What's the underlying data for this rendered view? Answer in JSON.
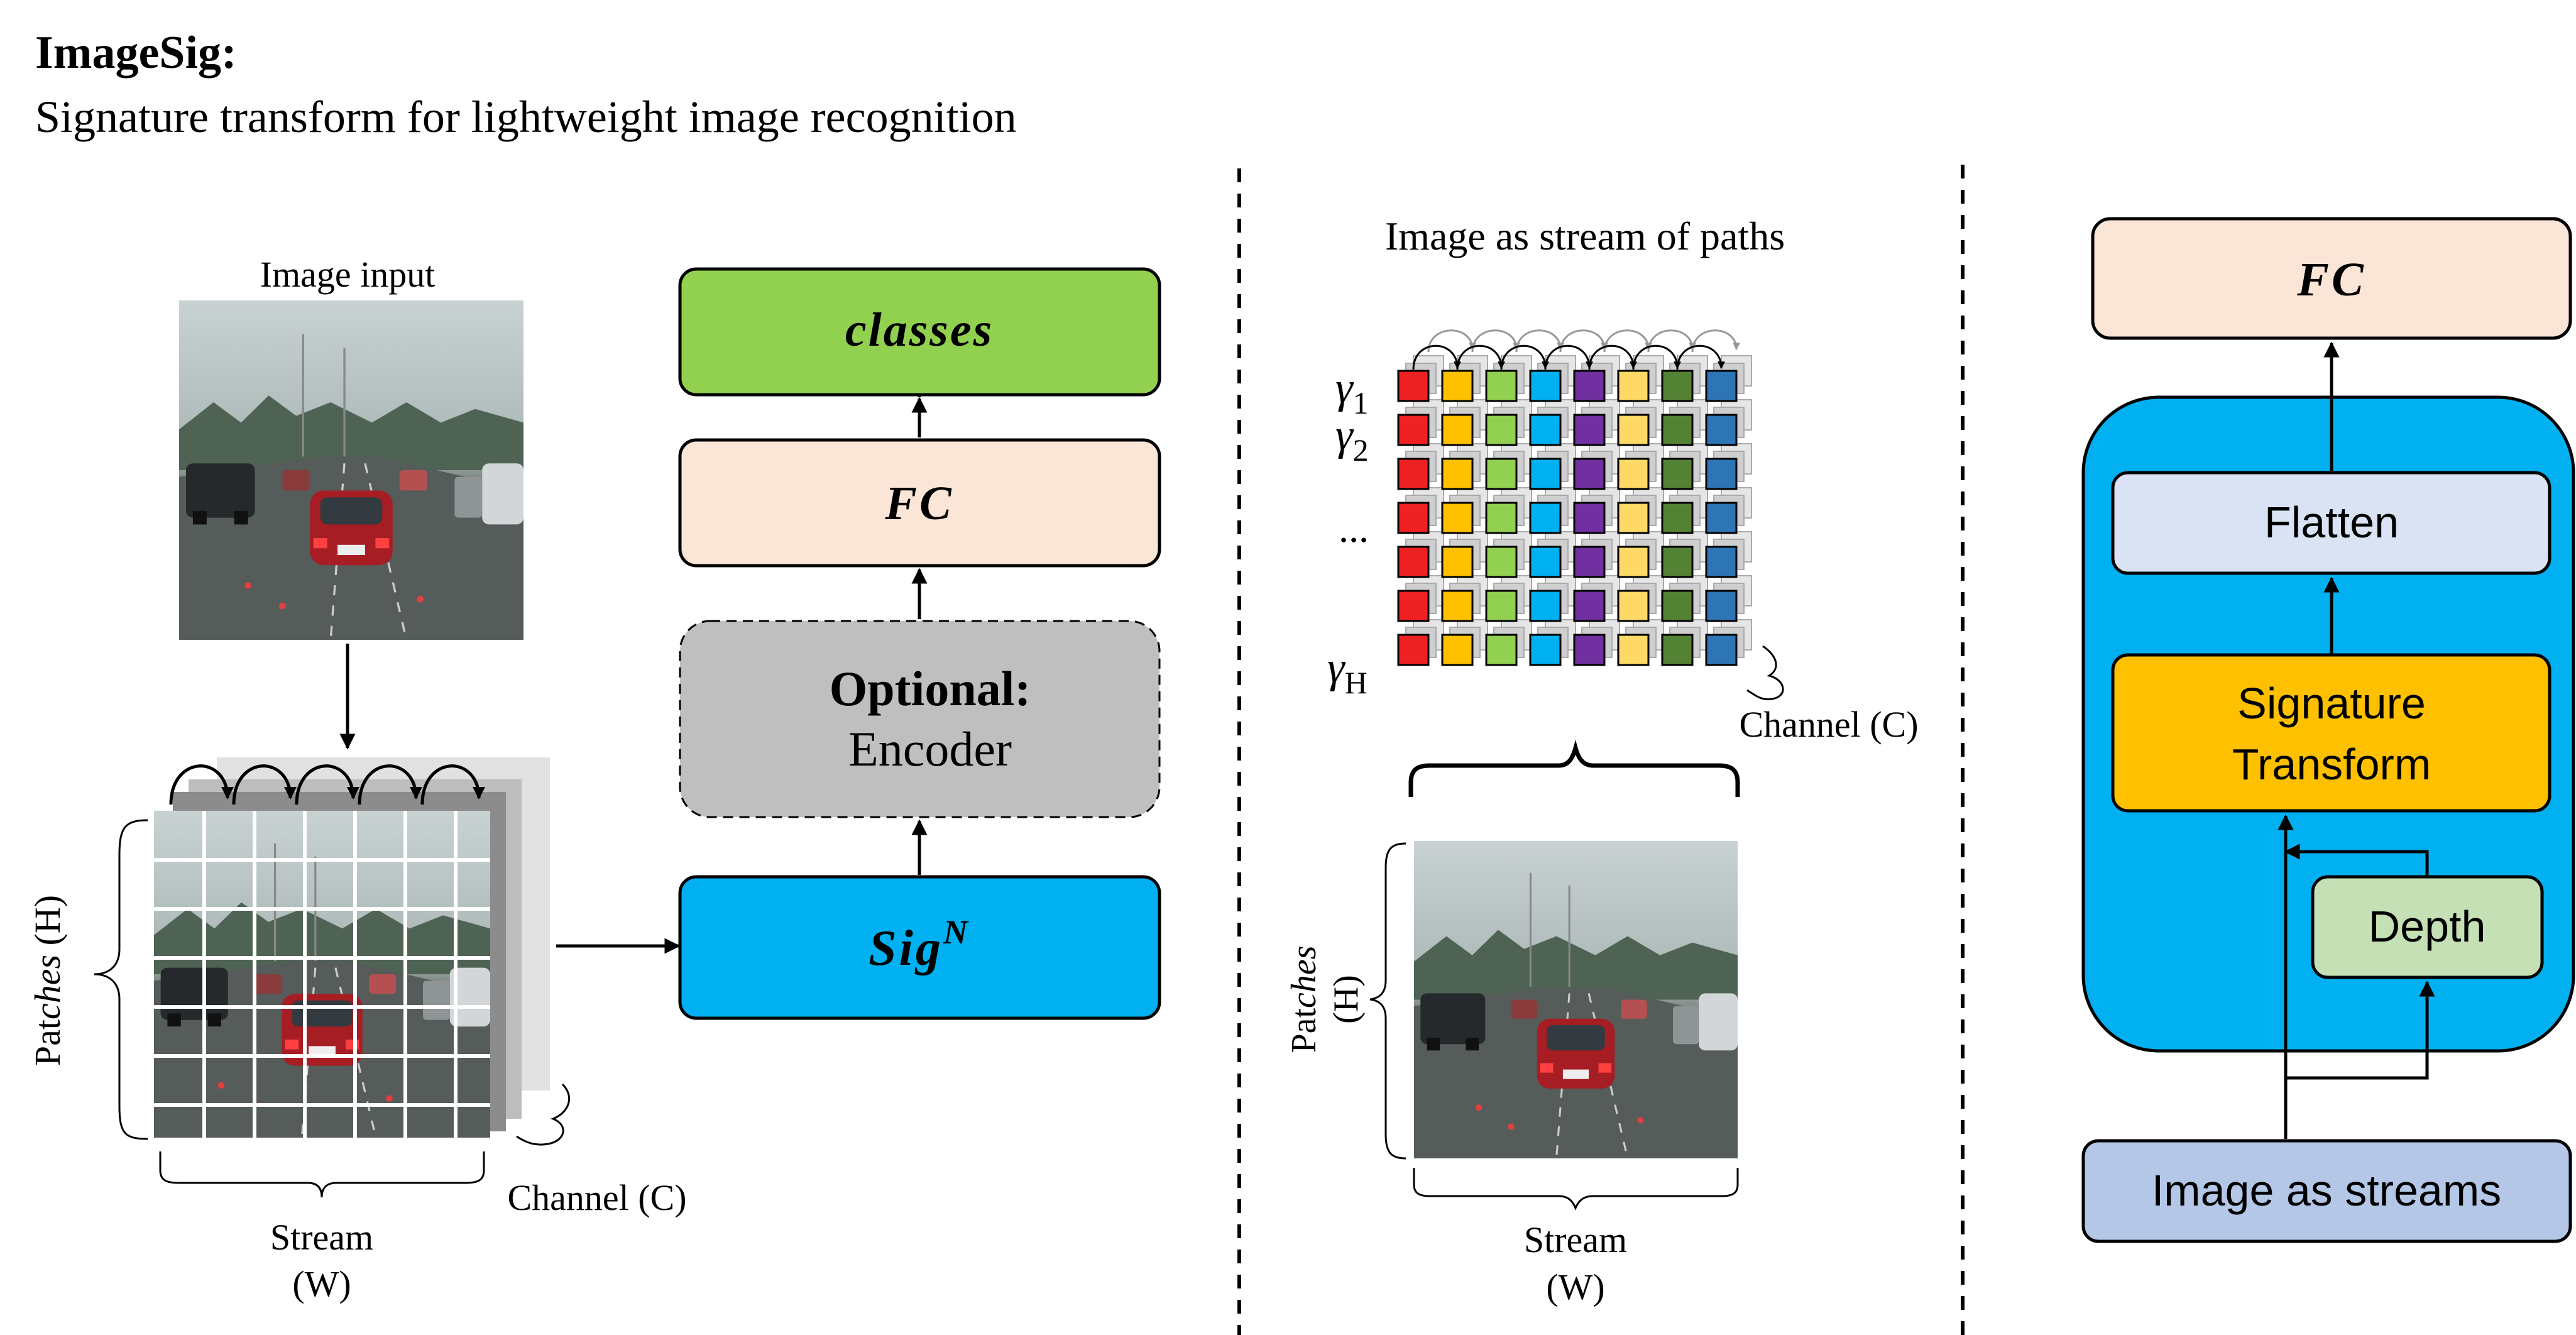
{
  "header": {
    "title": "ImageSig:",
    "subtitle": "Signature transform for lightweight image recognition"
  },
  "left_panel": {
    "image_label": "Image input",
    "patches_prefix": "Pat",
    "patches_italic": "ches",
    "patches_suffix": " (H)",
    "stream_label": "Stream",
    "stream_sub": "(W)",
    "channel_label": "Channel (C)"
  },
  "pipeline": {
    "classes": "classes",
    "fc": "FC",
    "optional_title": "Optional:",
    "optional_sub": "Encoder",
    "sig_base": "Sig",
    "sig_sup": "N"
  },
  "middle_panel": {
    "title": "Image as stream of paths",
    "gamma_symbol": "γ",
    "gamma_rows": [
      "1",
      "2",
      "H"
    ],
    "ellipsis": "...",
    "channel_label": "Channel (C)",
    "patches_prefix": "Pat",
    "patches_italic": "ches",
    "patches_suffix": "(H)",
    "stream_label": "Stream",
    "stream_sub": "(W)"
  },
  "right_panel": {
    "fc": "FC",
    "flatten": "Flatten",
    "signature_line1": "Signature",
    "signature_line2": "Transform",
    "depth": "Depth",
    "input": "Image as streams"
  },
  "colors": {
    "classes_green": "#92d050",
    "fc_peach": "#fbe5d6",
    "optional_gray": "#bfbfbf",
    "sig_blue": "#00b0f0",
    "flatten_lavender": "#dae3f3",
    "signature_orange": "#ffc000",
    "depth_green": "#c5e0b4",
    "input_blue": "#b4c7e7",
    "path_colors": [
      "#ee2222",
      "#ffc000",
      "#92d050",
      "#00b0f0",
      "#7030a0",
      "#ffd966",
      "#548235",
      "#2e75b6"
    ]
  }
}
